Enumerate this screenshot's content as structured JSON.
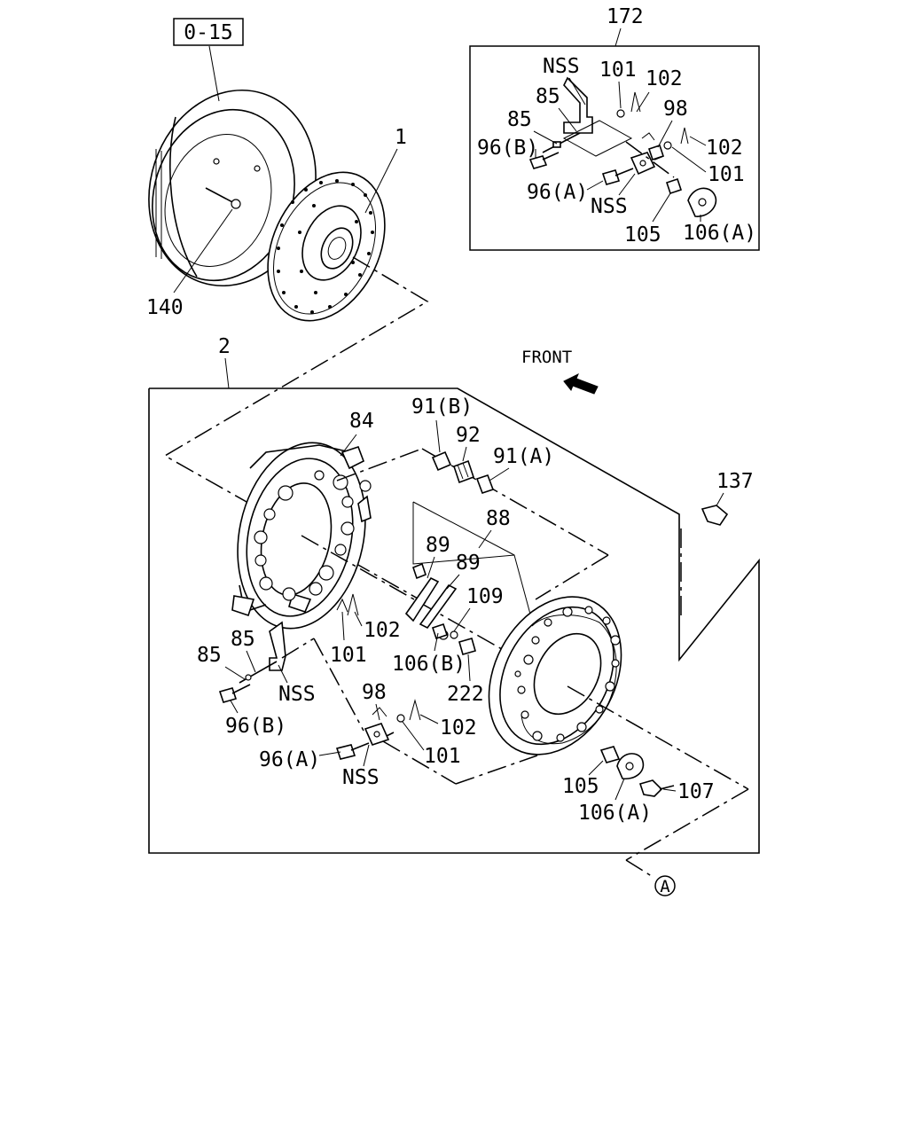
{
  "diagram": {
    "ref_box": "0-15",
    "front_label": "FRONT",
    "circle_marker": "A",
    "callouts": {
      "c172": "172",
      "c1": "1",
      "c140": "140",
      "c2": "2",
      "c84": "84",
      "c91b": "91(B)",
      "c92": "92",
      "c91a": "91(A)",
      "c137": "137",
      "c88": "88",
      "c89a": "89",
      "c89b": "89",
      "c109": "109",
      "c106b": "106(B)",
      "c222": "222",
      "c102a": "102",
      "c101a": "101",
      "c85a": "85",
      "c85b": "85",
      "cnss1": "NSS",
      "c96b": "96(B)",
      "c98": "98",
      "c102b": "102",
      "c101b": "101",
      "c96a": "96(A)",
      "cnss2": "NSS",
      "c105": "105",
      "c106a": "106(A)",
      "c107": "107"
    },
    "inset": {
      "nss_top": "NSS",
      "c101_top": "101",
      "c102_top": "102",
      "c85_top": "85",
      "c98": "98",
      "c85_b": "85",
      "c96b": "96(B)",
      "c102_r": "102",
      "c101_r": "101",
      "c96a": "96(A)",
      "nss_bottom": "NSS",
      "c105": "105",
      "c106a": "106(A)"
    }
  }
}
